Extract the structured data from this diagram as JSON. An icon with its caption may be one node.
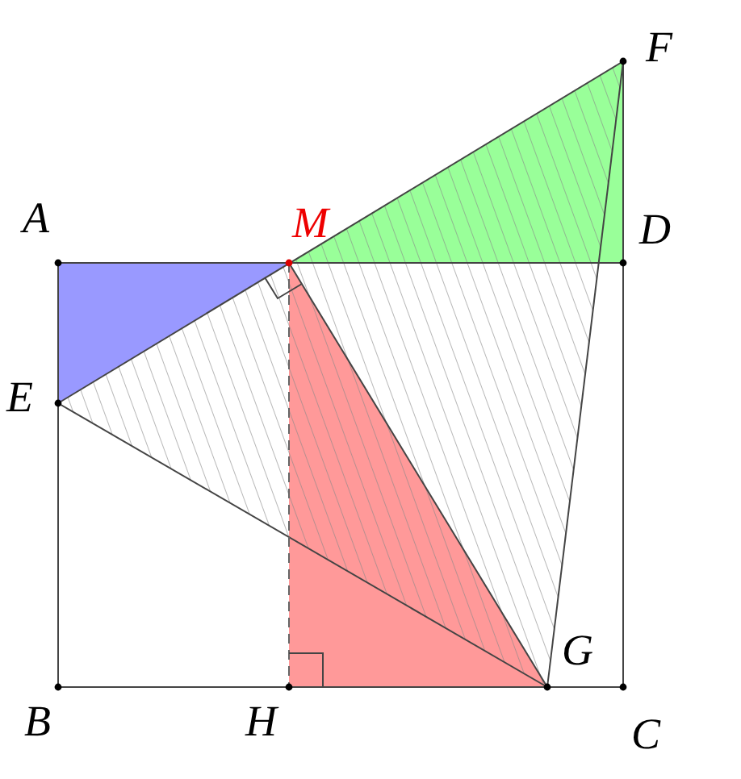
{
  "diagram": {
    "labels": [
      "F",
      "A",
      "M",
      "D",
      "E",
      "G",
      "B",
      "H",
      "C"
    ]
  }
}
